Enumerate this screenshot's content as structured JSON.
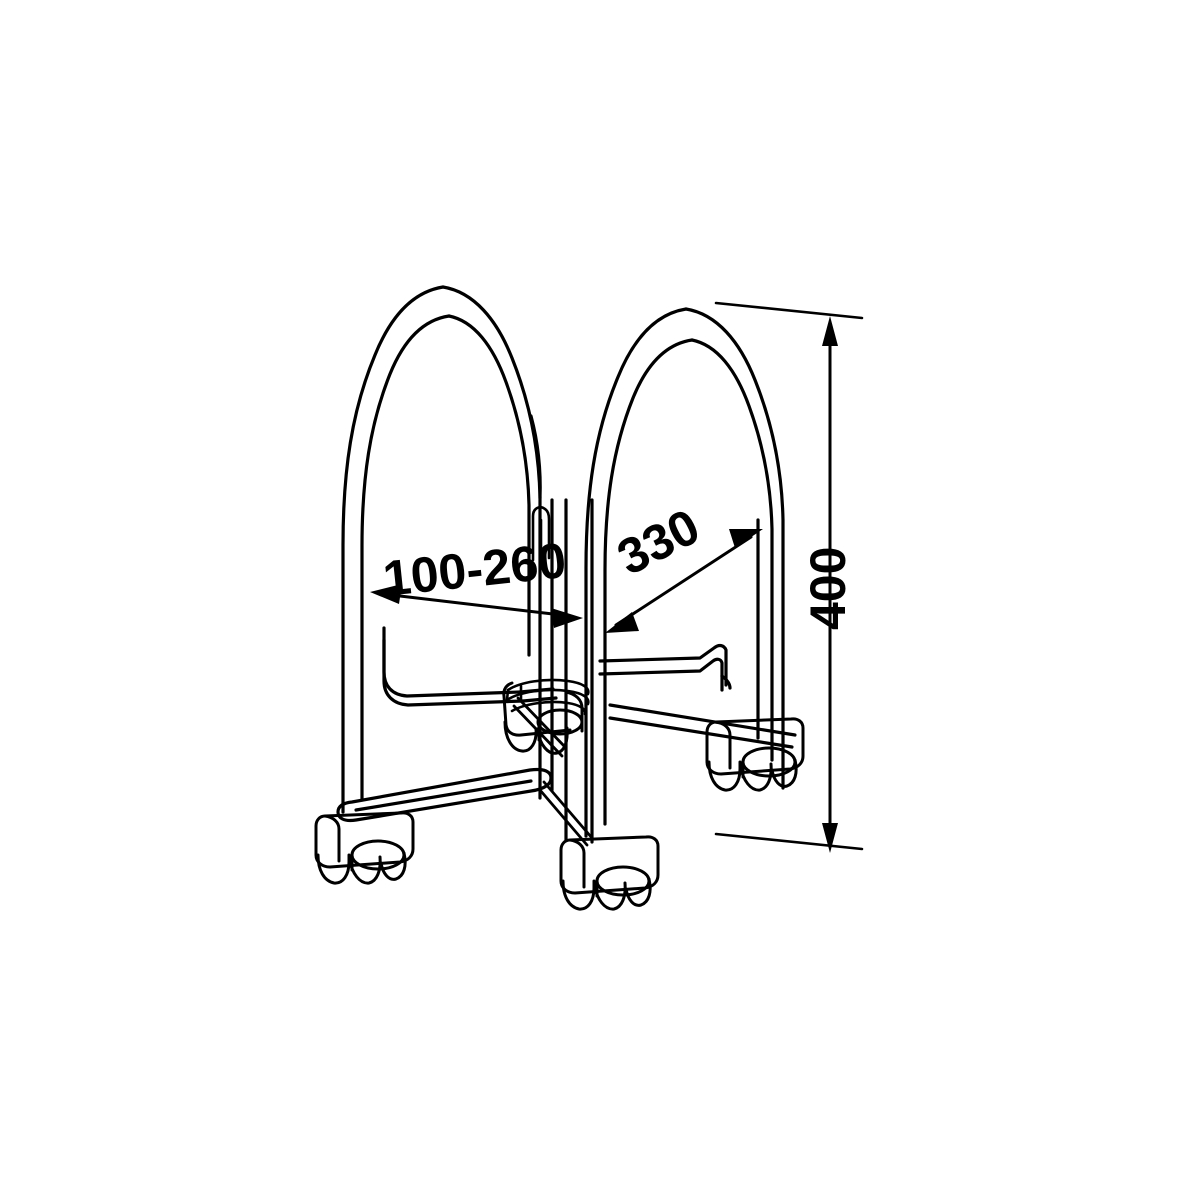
{
  "drawing": {
    "title": "Mobile drum trolley dimensioned isometric line drawing",
    "background_color": "#ffffff",
    "line_color": "#000000",
    "units": "mm",
    "view": "isometric",
    "subject": "two-arch tubular mobile stand with four swivel casters"
  },
  "dimensions": {
    "width_adjustable": {
      "label": "100-260",
      "name": "adjustable-width-dimension",
      "orientation": "horizontal",
      "arrow_style": "double-arrow",
      "text_rotation_deg": -6
    },
    "depth": {
      "label": "330",
      "name": "depth-dimension",
      "orientation": "diagonal",
      "arrow_style": "double-arrow",
      "text_rotation_deg": -27
    },
    "height": {
      "label": "400",
      "name": "height-dimension",
      "orientation": "vertical",
      "arrow_style": "double-arrow",
      "text_rotation_deg": -90
    }
  },
  "components": {
    "left_arch": "left-tubular-arch-frame",
    "right_arch": "right-tubular-arch-frame",
    "center_post": "center-vertical-post",
    "upper_bracket_rail_left": "left-upper-bracket-rail",
    "upper_bracket_rail_right": "right-upper-bracket-rail",
    "base_strut_front": "front-base-strut",
    "base_strut_rear": "rear-base-strut",
    "caster_front_left": "front-left-caster",
    "caster_front_center": "front-center-caster",
    "caster_rear_left": "rear-left-caster",
    "caster_rear_right": "rear-right-caster",
    "hook_detail": "center-u-hook-detail"
  }
}
